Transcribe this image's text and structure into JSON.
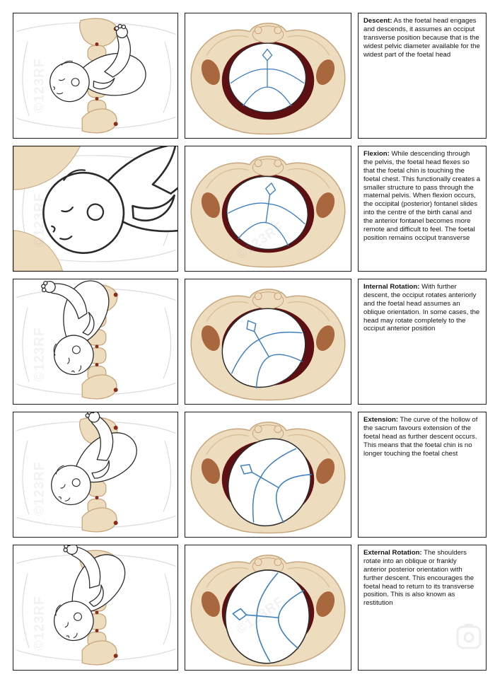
{
  "watermark": {
    "copyright": "©",
    "text": "123RF"
  },
  "rows": [
    {
      "id": "descent",
      "term": "Descent:",
      "description": " As the foetal head engages and descends, it assumes an occiput transverse position because that is the widest pelvic diameter available for the widest part of the foetal head"
    },
    {
      "id": "flexion",
      "term": "Flexion:",
      "description": " While descending through the pelvis, the foetal head flexes so that the foetal chin is touching the foetal chest. This functionally creates a smaller structure to pass through the maternal pelvis. When flexion occurs, the occipital (posterior) fontanel slides into the centre of the birth canal and the anterior fontanel becomes more remote and difficult to feel. The foetal position remains occiput transverse"
    },
    {
      "id": "internal-rotation",
      "term": "Internal Rotation:",
      "description": " With further descent, the occiput rotates anteriorly and the foetal head assumes an oblique orientation. In some cases, the head may rotate completely to the occiput anterior position"
    },
    {
      "id": "extension",
      "term": "Extension:",
      "description": " The curve of the hollow of the sacrum favours extension of the foetal head as further descent occurs. This means that the foetal chin is no longer touching the foetal chest"
    },
    {
      "id": "external-rotation",
      "term": "External Rotation:",
      "description": " The shoulders rotate into an oblique or frankly anterior posterior orientation with further descent. This encourages the foetal head to return to its transverse position. This is also known as restitution"
    }
  ],
  "colors": {
    "bone": "#eedcbe",
    "bone_outline": "#c6a67c",
    "birth_canal": "#5e0f12",
    "ischial_patch": "#a9673e",
    "suture_blue": "#3e7fbf",
    "sacral_dot": "#8c2c18"
  }
}
